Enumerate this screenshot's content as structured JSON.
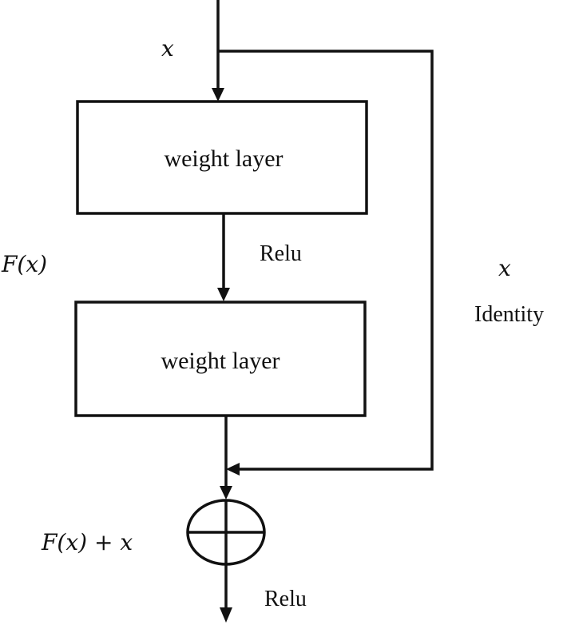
{
  "input_label": "x",
  "blocks": [
    {
      "label": "weight layer"
    },
    {
      "label": "weight layer"
    }
  ],
  "activation_middle": "Relu",
  "residual_label": "F(x)",
  "shortcut": {
    "variable": "x",
    "label": "Identity"
  },
  "sum_label": "F(x) + x",
  "activation_output": "Relu"
}
